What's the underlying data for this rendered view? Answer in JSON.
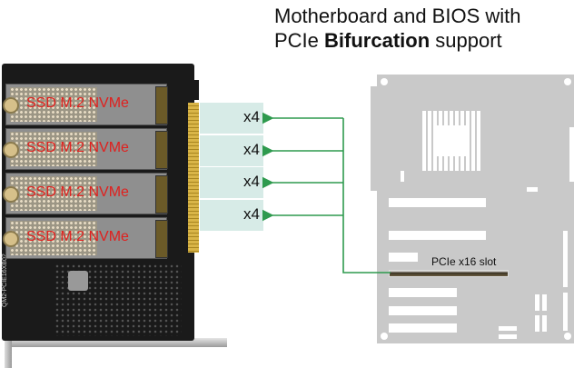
{
  "title": {
    "line1": "Motherboard and BIOS  with",
    "line2_prefix": "PCIe ",
    "line2_bold": "Bifurcation",
    "line2_suffix": " support"
  },
  "card": {
    "ssd_slots": [
      {
        "label": "SSD M.2 NVMe"
      },
      {
        "label": "SSD M.2 NVMe"
      },
      {
        "label": "SSD M.2 NVMe"
      },
      {
        "label": "SSD M.2 NVMe"
      }
    ],
    "pcb_text": "QM2-PCIE16XB02"
  },
  "lanes": [
    {
      "label": "x4"
    },
    {
      "label": "x4"
    },
    {
      "label": "x4"
    },
    {
      "label": "x4"
    }
  ],
  "motherboard": {
    "slot_label": "PCIe x16 slot"
  },
  "colors": {
    "arrow": "#2e9a4e",
    "lane_bg": "#d7ebe7",
    "ssd_text": "#e0201e",
    "motherboard": "#c9c9c9"
  }
}
